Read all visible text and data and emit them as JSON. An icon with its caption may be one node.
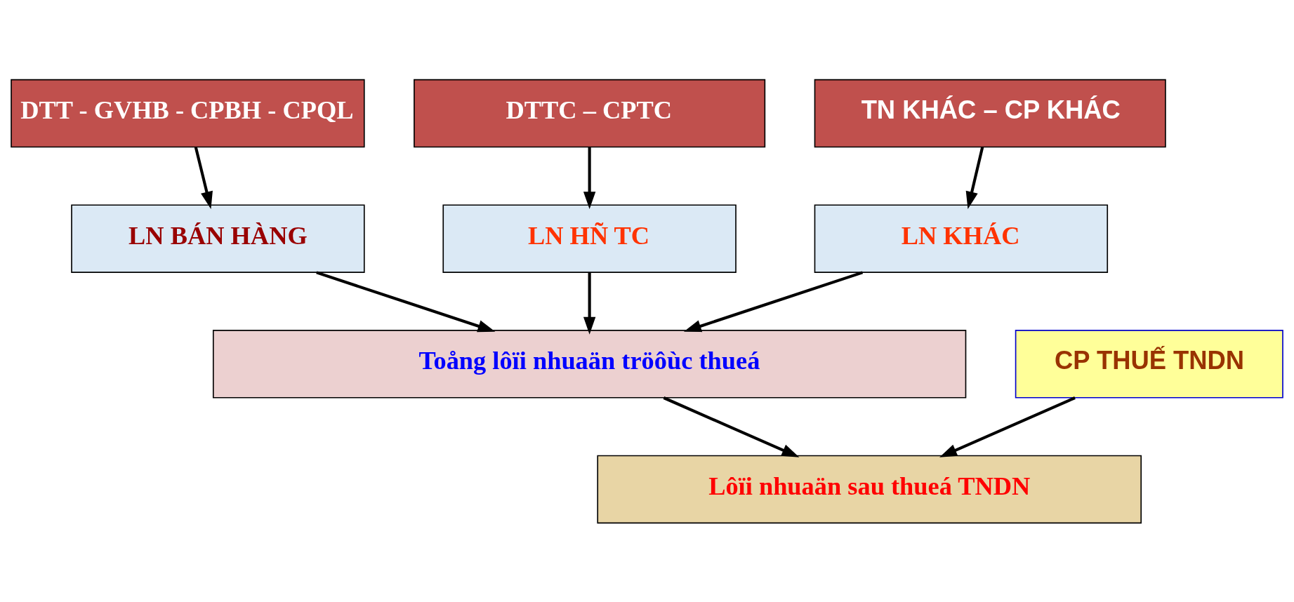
{
  "diagram": {
    "nodes": [
      {
        "text": [
          "DTT - GVHB - CPBH - CPQL"
        ]
      },
      {
        "text": [
          "DTTC – CPTC"
        ]
      },
      {
        "text": [
          "TN KHÁC – CP KHÁC"
        ]
      },
      {
        "text": [
          "LN BÁN HÀNG"
        ]
      },
      {
        "text": [
          "LN HÑ TC"
        ]
      },
      {
        "text": [
          "LN KHÁC"
        ]
      },
      {
        "text": [
          "Toång lôïi nhuaän tröôùc thueá"
        ]
      },
      {
        "text": [
          "CP THUẾ TNDN"
        ]
      },
      {
        "text": [
          "Lôïi nhuaän sau thueá TNDN"
        ]
      }
    ],
    "edges": [
      {
        "from": 0,
        "to": 3,
        "arrow": "to"
      },
      {
        "from": 1,
        "to": 4,
        "arrow": "to"
      },
      {
        "from": 2,
        "to": 5,
        "arrow": "to"
      },
      {
        "from": 3,
        "to": 6,
        "arrow": "to"
      },
      {
        "from": 4,
        "to": 6,
        "arrow": "to"
      },
      {
        "from": 5,
        "to": 6,
        "arrow": "to"
      },
      {
        "from": 6,
        "to": 8,
        "arrow": "to"
      },
      {
        "from": 7,
        "to": 8,
        "arrow": "to"
      }
    ]
  }
}
